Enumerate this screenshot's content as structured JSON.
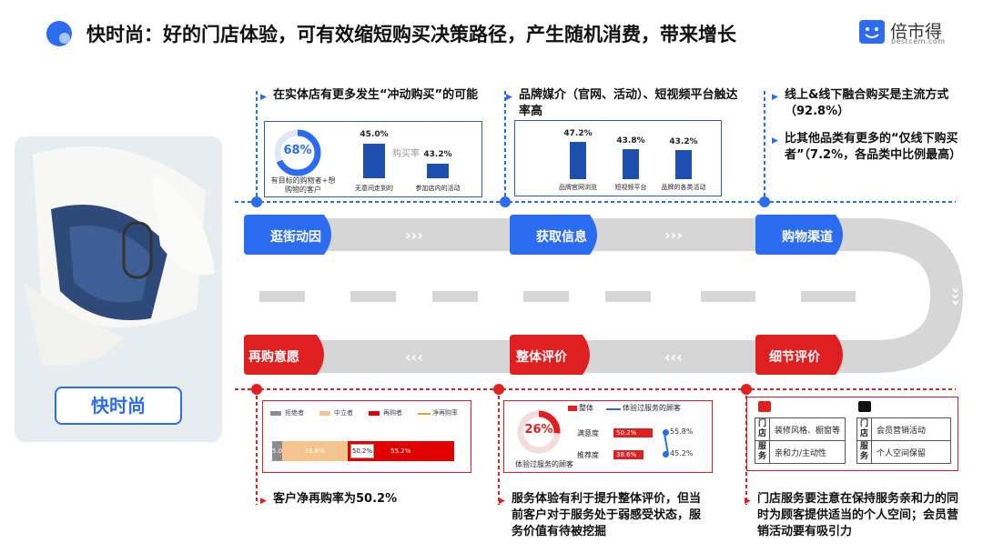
{
  "header": {
    "title": "快时尚：好的门店体验，可有效缩短购买决策路径，产生随机消费，带来增长",
    "brand_name": "倍市得",
    "brand_url": "bestcem.com",
    "brand_color": "#2b6cf0"
  },
  "side": {
    "tag": "快时尚"
  },
  "stages": {
    "s1": "逛街动因",
    "s2": "获取信息",
    "s3": "购物渠道",
    "s4": "细节评价",
    "s5": "整体评价",
    "s6": "再购意愿"
  },
  "panel1": {
    "bullet": "在实体店有更多发生“冲动购买”的可能",
    "ring_value": "68%",
    "ring_fraction": 0.68,
    "ring_label": "有目标的购物者+想购物的客户",
    "bar_title": "购买率",
    "bars": [
      {
        "label": "无意间走到的",
        "value": "45.0%",
        "num": 45.0
      },
      {
        "label": "参加店内的活动",
        "value": "43.2%",
        "num": 43.2
      }
    ]
  },
  "panel2": {
    "bullet": "品牌媒介（官网、活动）、短视频平台触达率高",
    "bars": [
      {
        "label": "品牌官网浏览",
        "value": "47.2%",
        "num": 47.2
      },
      {
        "label": "短视频平台",
        "value": "43.8%",
        "num": 43.8
      },
      {
        "label": "品牌的各类活动",
        "value": "43.2%",
        "num": 43.2
      }
    ]
  },
  "panel3": {
    "line1": "线上&线下融合购买是主流方式（92.8%）",
    "line2": "比其他品类有更多的“仅线下购买者”（7.2%，各品类中比例最高）"
  },
  "panel4": {
    "legend": [
      "拒绝者",
      "中立者",
      "再购者",
      "净再购率"
    ],
    "segments": [
      {
        "label": "5.0%",
        "num": 5.0,
        "color": "#8c8c8c"
      },
      {
        "label": "33.8%",
        "num": 33.8,
        "color": "#f6c48e"
      },
      {
        "label": "55.2%",
        "num": 55.2,
        "color": "#e00000"
      }
    ],
    "net_label": "50.2%",
    "bullet": "客户净再购率为50.2%"
  },
  "panel5": {
    "ring_value": "26%",
    "ring_fraction": 0.26,
    "ring_label": "体验过服务的顾客",
    "legend_overall": "整体",
    "legend_served": "体验过服务的顾客",
    "rows": [
      {
        "label": "满意度",
        "overall": "50.2%",
        "overall_num": 50.2,
        "served": "55.8%"
      },
      {
        "label": "推荐度",
        "overall": "38.6%",
        "overall_num": 38.6,
        "served": "45.2%"
      }
    ],
    "bullet": "服务体验有利于提升整体评价，但当前客户对于服务处于弱感受状态，服务价值有待被挖掘"
  },
  "panel6": {
    "left_table": [
      {
        "head": "门店",
        "text": "装修风格、橱窗等"
      },
      {
        "head": "服务",
        "text": "亲和力/主动性"
      }
    ],
    "right_table": [
      {
        "head": "门店",
        "text": "会员营销活动"
      },
      {
        "head": "服务",
        "text": "个人空间保留"
      }
    ],
    "bullet": "门店服务要注意在保持服务亲和力的同时为顾客提供适当的个人空间；会员营销活动要有吸引力"
  }
}
